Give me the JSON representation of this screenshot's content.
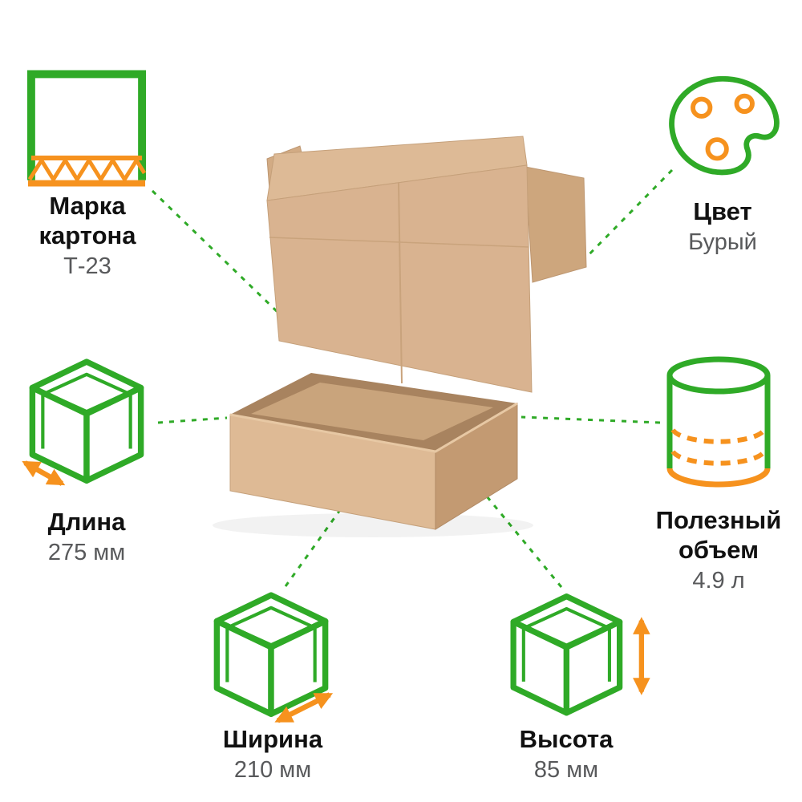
{
  "colors": {
    "accent_green": "#2faa27",
    "accent_orange": "#f6921e",
    "label_text": "#111111",
    "value_text": "#58595b",
    "cardboard_light": "#deba95",
    "cardboard_side": "#c39a72",
    "cardboard_lid": "#d9b390",
    "cardboard_interior": "#a8835f"
  },
  "callouts": {
    "grade": {
      "label": "Марка картона",
      "value": "Т-23",
      "icon": "cardboard-grade-icon"
    },
    "color": {
      "label": "Цвет",
      "value": "Бурый",
      "icon": "palette-icon"
    },
    "length": {
      "label": "Длина",
      "value": "275 мм",
      "icon": "cube-length-icon"
    },
    "volume": {
      "label": "Полезный объем",
      "value": "4.9 л",
      "icon": "cylinder-volume-icon"
    },
    "width": {
      "label": "Ширина",
      "value": "210 мм",
      "icon": "cube-width-icon"
    },
    "height": {
      "label": "Высота",
      "value": "85 мм",
      "icon": "cube-height-icon"
    }
  }
}
